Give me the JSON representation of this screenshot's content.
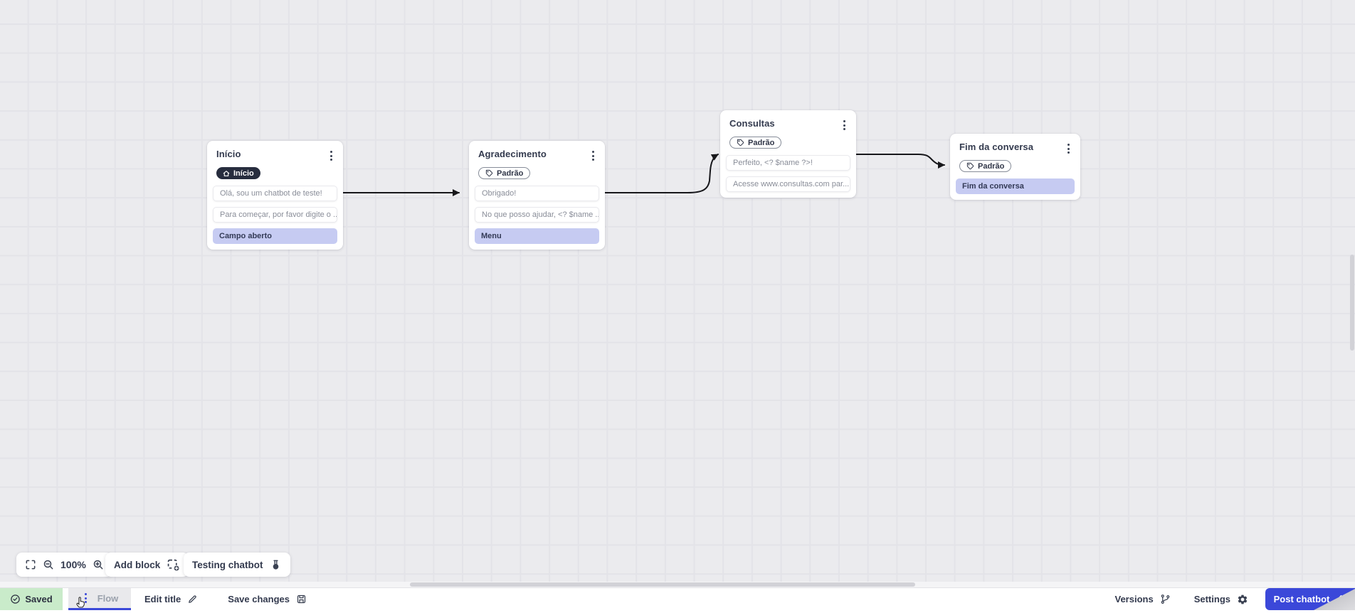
{
  "colors": {
    "accent": "#3b48d9",
    "purple-row": "#c6cbf2",
    "badge-dark": "#272d3e",
    "saved-green": "#c9ebca",
    "canvas-bg": "#ebebee",
    "grid": "#e3e3e8",
    "arrow": "#17171b"
  },
  "canvas": {
    "nodes": [
      {
        "title": "Início",
        "badge": {
          "label": "Início",
          "icon": "home-icon",
          "variant": "dark"
        },
        "items": [
          {
            "text": "Olá, sou um chatbot de teste!",
            "type": "message"
          },
          {
            "text": "Para começar, por favor digite o ...",
            "type": "message"
          },
          {
            "text": "Campo aberto",
            "type": "action"
          }
        ]
      },
      {
        "title": "Agradecimento",
        "badge": {
          "label": "Padrão",
          "icon": "tag-icon",
          "variant": "outline"
        },
        "items": [
          {
            "text": "Obrigado!",
            "type": "message"
          },
          {
            "text": "No que posso ajudar, <? $name ...",
            "type": "message"
          },
          {
            "text": "Menu",
            "type": "action"
          }
        ]
      },
      {
        "title": "Consultas",
        "badge": {
          "label": "Padrão",
          "icon": "tag-icon",
          "variant": "outline"
        },
        "items": [
          {
            "text": "Perfeito, <? $name ?>!",
            "type": "message"
          },
          {
            "text": "Acesse www.consultas.com par...",
            "type": "message"
          }
        ]
      },
      {
        "title": "Fim da conversa",
        "badge": {
          "label": "Padrão",
          "icon": "tag-icon",
          "variant": "outline"
        },
        "items": [
          {
            "text": "Fim da conversa",
            "type": "action"
          }
        ]
      }
    ]
  },
  "toolbar": {
    "zoom_level": "100%",
    "add_block": "Add block",
    "testing_chatbot": "Testing chatbot"
  },
  "statusbar": {
    "saved": "Saved",
    "flow_tab": "Flow",
    "edit_title": "Edit title",
    "save_changes": "Save changes",
    "versions": "Versions",
    "settings": "Settings",
    "post_chatbot": "Post chatbot"
  }
}
